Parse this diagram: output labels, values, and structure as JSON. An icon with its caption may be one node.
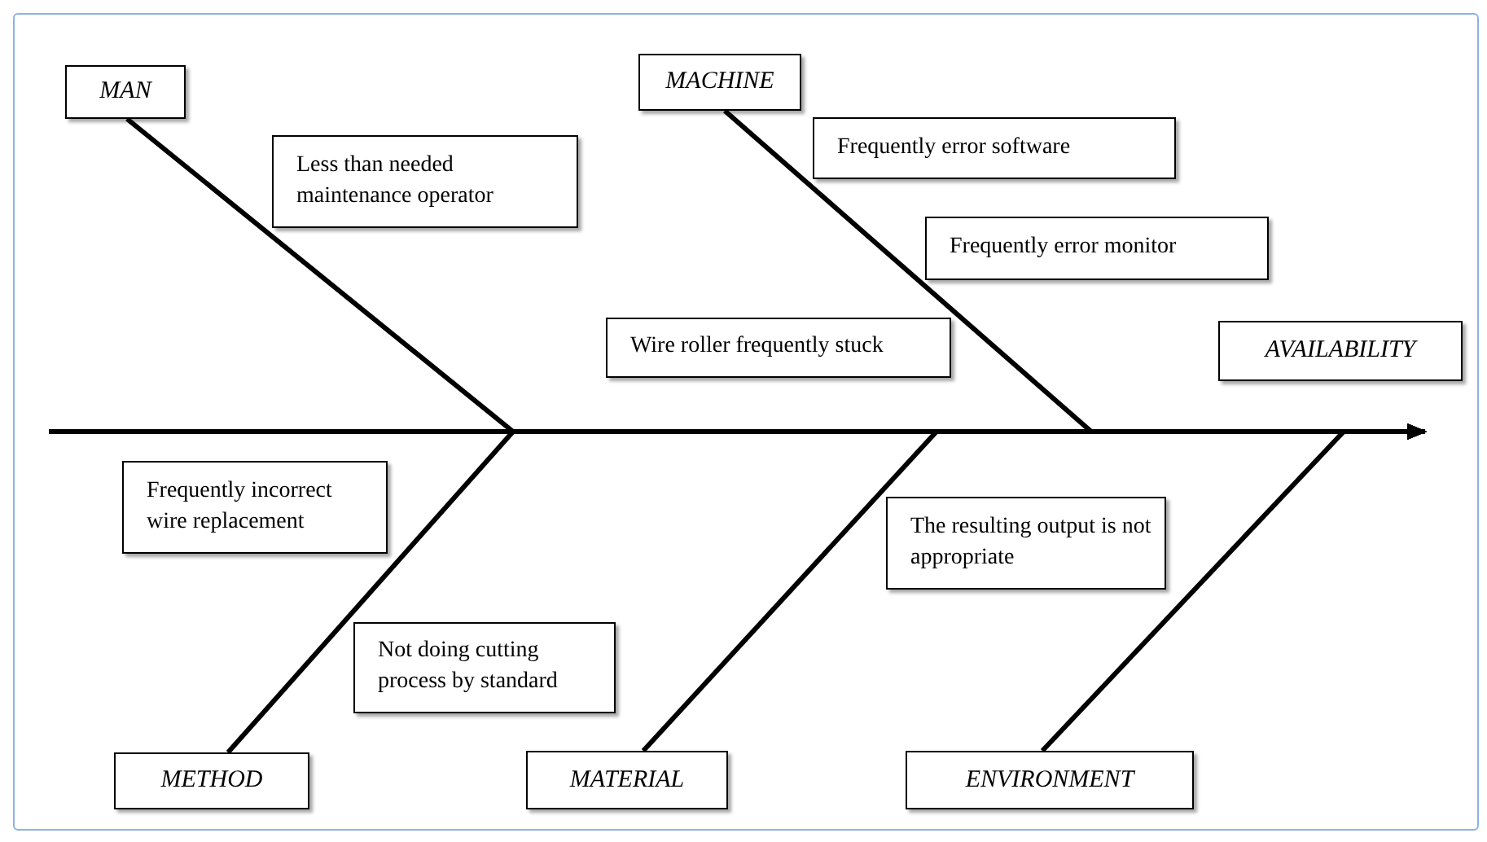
{
  "diagram": {
    "nodes": [
      {
        "text": [
          "MAN"
        ]
      },
      {
        "text": [
          "MACHINE"
        ]
      },
      {
        "text": [
          "AVAILABILITY"
        ]
      },
      {
        "text": [
          "Less than needed maintenance operator"
        ]
      },
      {
        "text": [
          "Frequently error software"
        ]
      },
      {
        "text": [
          "Frequently error monitor"
        ]
      },
      {
        "text": [
          "Wire roller frequently stuck"
        ]
      },
      {
        "text": [
          "Frequently incorrect wire replacement"
        ]
      },
      {
        "text": [
          "The resulting output is not appropriate"
        ]
      },
      {
        "text": [
          "Not doing cutting process by standard"
        ]
      },
      {
        "text": [
          "METHOD"
        ]
      },
      {
        "text": [
          "MATERIAL"
        ]
      },
      {
        "text": [
          "ENVIRONMENT"
        ]
      }
    ],
    "edges": [
      {
        "from": null,
        "to": 2,
        "arrow": "to"
      },
      {
        "from": 0,
        "to": 2,
        "arrow": "to"
      },
      {
        "from": 1,
        "to": 2,
        "arrow": "to"
      },
      {
        "from": 10,
        "to": 2,
        "arrow": "to"
      },
      {
        "from": 11,
        "to": 2,
        "arrow": "to"
      },
      {
        "from": 12,
        "to": 2,
        "arrow": "to"
      }
    ]
  }
}
